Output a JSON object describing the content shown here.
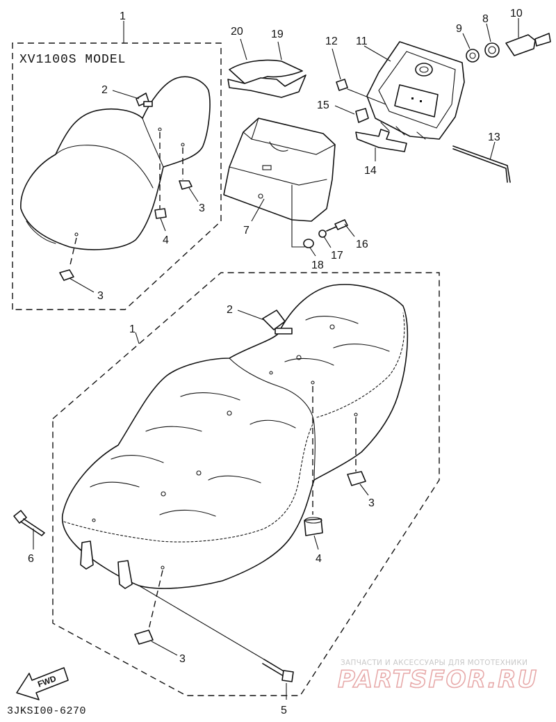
{
  "box_title": "XV1100S MODEL",
  "callouts": {
    "c1_box": "1",
    "c2_box": "2",
    "c3_box_a": "3",
    "c3_box_b": "3",
    "c4_box": "4",
    "c7": "7",
    "c11": "11",
    "c12": "12",
    "c13": "13",
    "c14": "14",
    "c15": "15",
    "c16": "16",
    "c17": "17",
    "c18": "18",
    "c19": "19",
    "c20": "20",
    "c8": "8",
    "c9": "9",
    "c10": "10",
    "c1_main": "1",
    "c2_main": "2",
    "c3_main_a": "3",
    "c3_main_b": "3",
    "c4_main": "4",
    "c5": "5",
    "c6": "6"
  },
  "fwd_label": "FWD",
  "drawing_code": "3JKSI00-6270",
  "watermark": {
    "tagline": "ЗАПЧАСТИ И АКСЕССУАРЫ ДЛЯ МОТОТЕХНИКИ",
    "brand": "PARTSFOR.RU",
    "brand_color": "#e7a9a9"
  }
}
